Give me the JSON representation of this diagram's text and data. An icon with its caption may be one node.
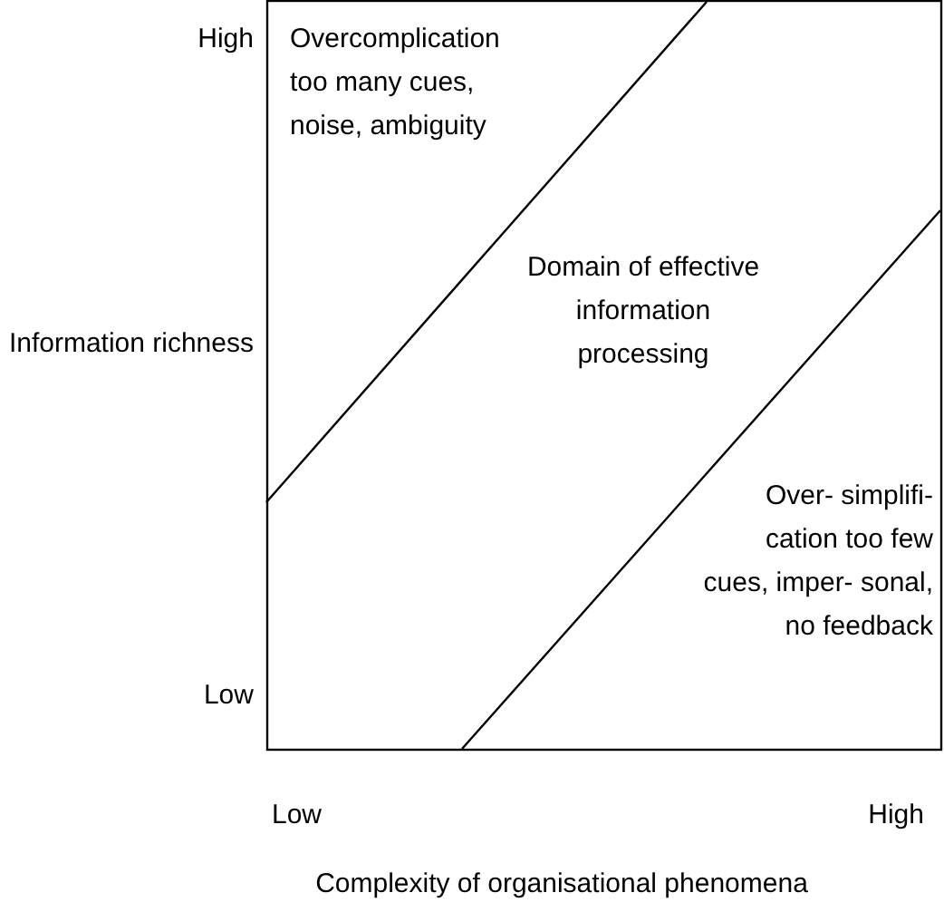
{
  "diagram": {
    "labels": [
      "High",
      "Overcomplication too many cues, noise, ambiguity",
      "Domain of effective information processing",
      "Information richness",
      "Over- simplifi- cation too few cues, imper- sonal, no feedback",
      "Low",
      "Low",
      "High",
      "Complexity of organisational phenomena"
    ]
  }
}
